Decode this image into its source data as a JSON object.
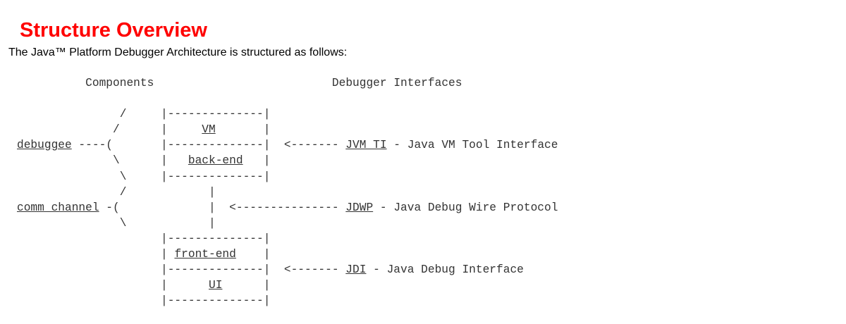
{
  "heading": "Structure Overview",
  "intro": "The Java™ Platform Debugger Architecture is structured as follows:",
  "diagram": {
    "header_components": "Components",
    "header_interfaces": "Debugger Interfaces",
    "links": {
      "debuggee": "debuggee",
      "comm_channel": "comm channel",
      "vm": "VM",
      "back_end": "back-end",
      "front_end": "front-end",
      "ui": "UI",
      "jvmti": "JVM TI",
      "jdwp": "JDWP",
      "jdi": "JDI"
    },
    "descriptions": {
      "jvmti": "Java VM Tool Interface",
      "jdwp": "Java Debug Wire Protocol",
      "jdi": "Java Debug Interface"
    }
  }
}
